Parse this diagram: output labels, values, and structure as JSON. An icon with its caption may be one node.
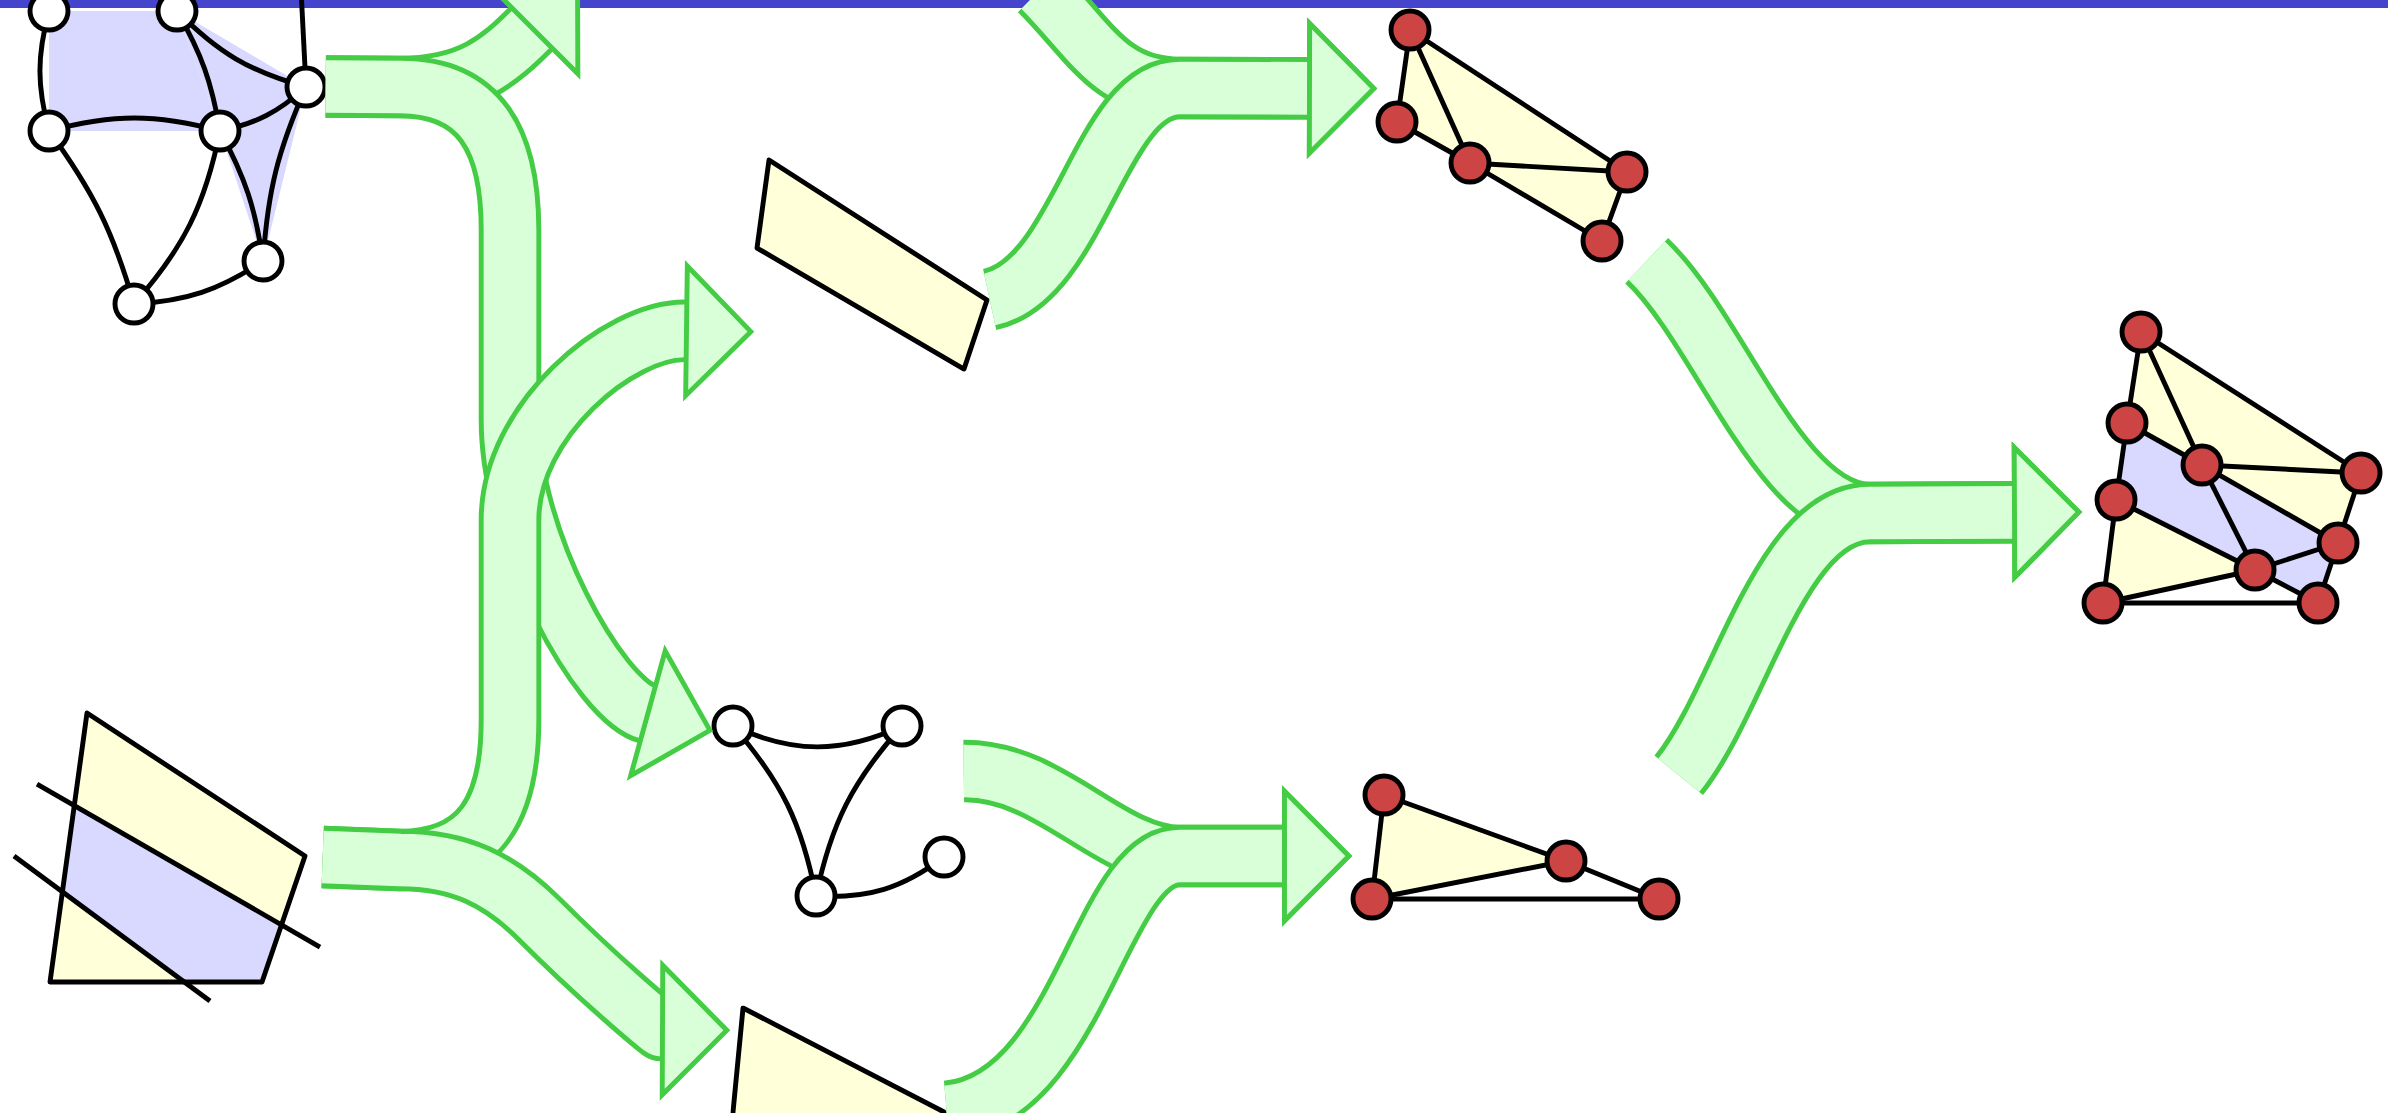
{
  "diagram": {
    "nodes": [
      {
        "text": [],
        "shape": "graph"
      },
      {
        "text": [],
        "shape": "polygon"
      },
      {
        "text": [],
        "shape": "polygon"
      },
      {
        "text": [],
        "shape": "graph"
      },
      {
        "text": [],
        "shape": "polygon"
      },
      {
        "text": [],
        "shape": "mesh"
      },
      {
        "text": [],
        "shape": "mesh"
      },
      {
        "text": [],
        "shape": "mesh"
      }
    ],
    "edges": [
      {
        "from": 0,
        "to": null,
        "arrow": "to"
      },
      {
        "from": 0,
        "to": 3,
        "arrow": "to"
      },
      {
        "from": 1,
        "to": 2,
        "arrow": "to"
      },
      {
        "from": 1,
        "to": 4,
        "arrow": "to"
      },
      {
        "from": null,
        "to": 5,
        "arrow": "to"
      },
      {
        "from": 2,
        "to": 5,
        "arrow": "to"
      },
      {
        "from": 3,
        "to": 6,
        "arrow": "to"
      },
      {
        "from": 4,
        "to": 6,
        "arrow": "to"
      },
      {
        "from": 5,
        "to": 7,
        "arrow": "to"
      },
      {
        "from": 6,
        "to": 7,
        "arrow": "to"
      }
    ]
  }
}
